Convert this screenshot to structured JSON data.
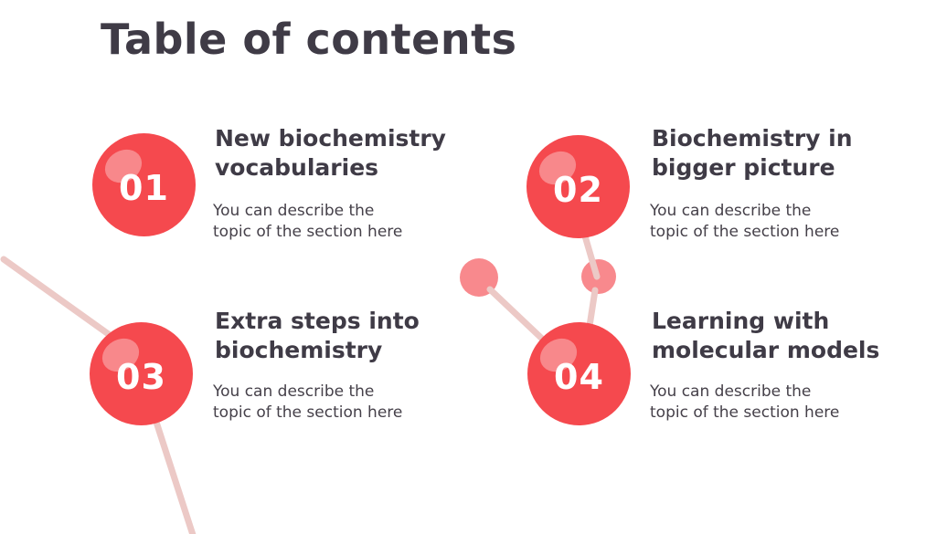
{
  "page_title": "Table of contents",
  "colors": {
    "background": "#FFFFFF",
    "accent_red": "#F5494E",
    "molecule_pink": "#F8898D",
    "connector_pink": "#ECC9C6",
    "heading_text": "#3F3B46",
    "body_text": "#454049",
    "number_text": "#FFFFFF"
  },
  "items": [
    {
      "number": "01",
      "title_lines": [
        "New biochemistry",
        "vocabularies"
      ],
      "description_lines": [
        "You can describe the",
        "topic of the section here"
      ]
    },
    {
      "number": "02",
      "title_lines": [
        "Biochemistry in",
        "bigger picture"
      ],
      "description_lines": [
        "You can describe the",
        "topic of the section here"
      ]
    },
    {
      "number": "03",
      "title_lines": [
        "Extra steps into",
        "biochemistry"
      ],
      "description_lines": [
        "You can describe the",
        "topic of the section here"
      ]
    },
    {
      "number": "04",
      "title_lines": [
        "Learning with",
        "molecular models"
      ],
      "description_lines": [
        "You can describe the",
        "topic of the section here"
      ]
    }
  ]
}
